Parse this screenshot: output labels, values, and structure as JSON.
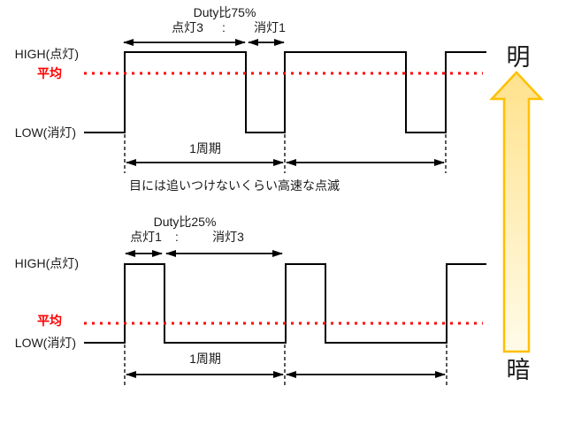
{
  "colors": {
    "line": "#000000",
    "average_line": "#ff0000",
    "brightness_arrow_border": "#ffc000",
    "brightness_arrow_fill_top": "#ffe28c",
    "brightness_arrow_fill_bottom": "#fffbe9"
  },
  "top_panel": {
    "duty_title": "Duty比75%",
    "on_label": "点灯3",
    "colon": ":",
    "off_label": "消灯1",
    "high_label": "HIGH(点灯)",
    "average_label": "平均",
    "low_label": "LOW(消灯)",
    "period_label": "1周期",
    "duty_percent": 75
  },
  "caption": "目には追いつけないくらい高速な点滅",
  "bottom_panel": {
    "duty_title": "Duty比25%",
    "on_label": "点灯1",
    "colon": ":",
    "off_label": "消灯3",
    "high_label": "HIGH(点灯)",
    "average_label": "平均",
    "low_label": "LOW(消灯)",
    "period_label": "1周期",
    "duty_percent": 25
  },
  "brightness_scale": {
    "bright_label": "明",
    "dark_label": "暗"
  }
}
